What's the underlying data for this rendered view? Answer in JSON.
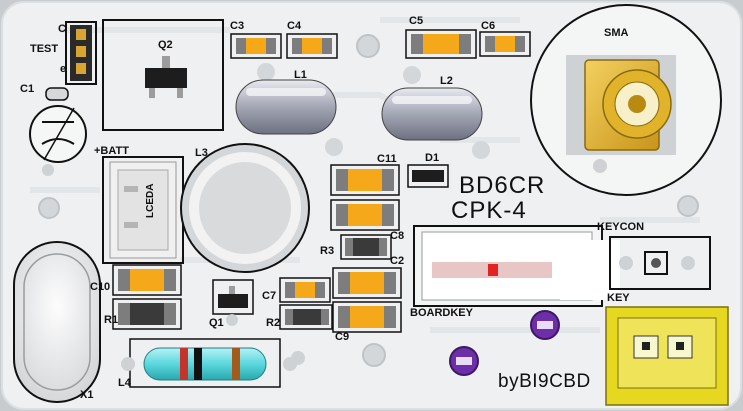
{
  "board": {
    "title": "BD6CR",
    "model": "CPK-4",
    "author": "byBI9CBD"
  },
  "labels": {
    "test": "TEST",
    "c1": "C1",
    "c3": "C3",
    "c4": "C4",
    "c5": "C5",
    "c6": "C6",
    "c2": "C2",
    "c7": "C7",
    "c8": "C8",
    "c9": "C9",
    "c10": "C10",
    "c11": "C11",
    "q1": "Q1",
    "q2": "Q2",
    "l1": "L1",
    "l2": "L2",
    "l3": "L3",
    "l4": "L4",
    "r1": "R1",
    "r2": "R2",
    "r3": "R3",
    "d1": "D1",
    "x1": "X1",
    "batt": "+BATT",
    "sma": "SMA",
    "keycon": "KEYCON",
    "key": "KEY",
    "boardkey": "BOARDKEY",
    "lceda": "LCEDA",
    "test_pin_top": "C",
    "test_pin_bottom": "e"
  },
  "colors": {
    "board": "#f1f2f2",
    "solder_mask_edge": "#e4e6e7",
    "smd_body": "#f6a81b",
    "gold": "#e6b21c",
    "resistor_body": "#3a3a3a",
    "via_purple": "#6c2fa8",
    "background": "#c9ccce"
  }
}
